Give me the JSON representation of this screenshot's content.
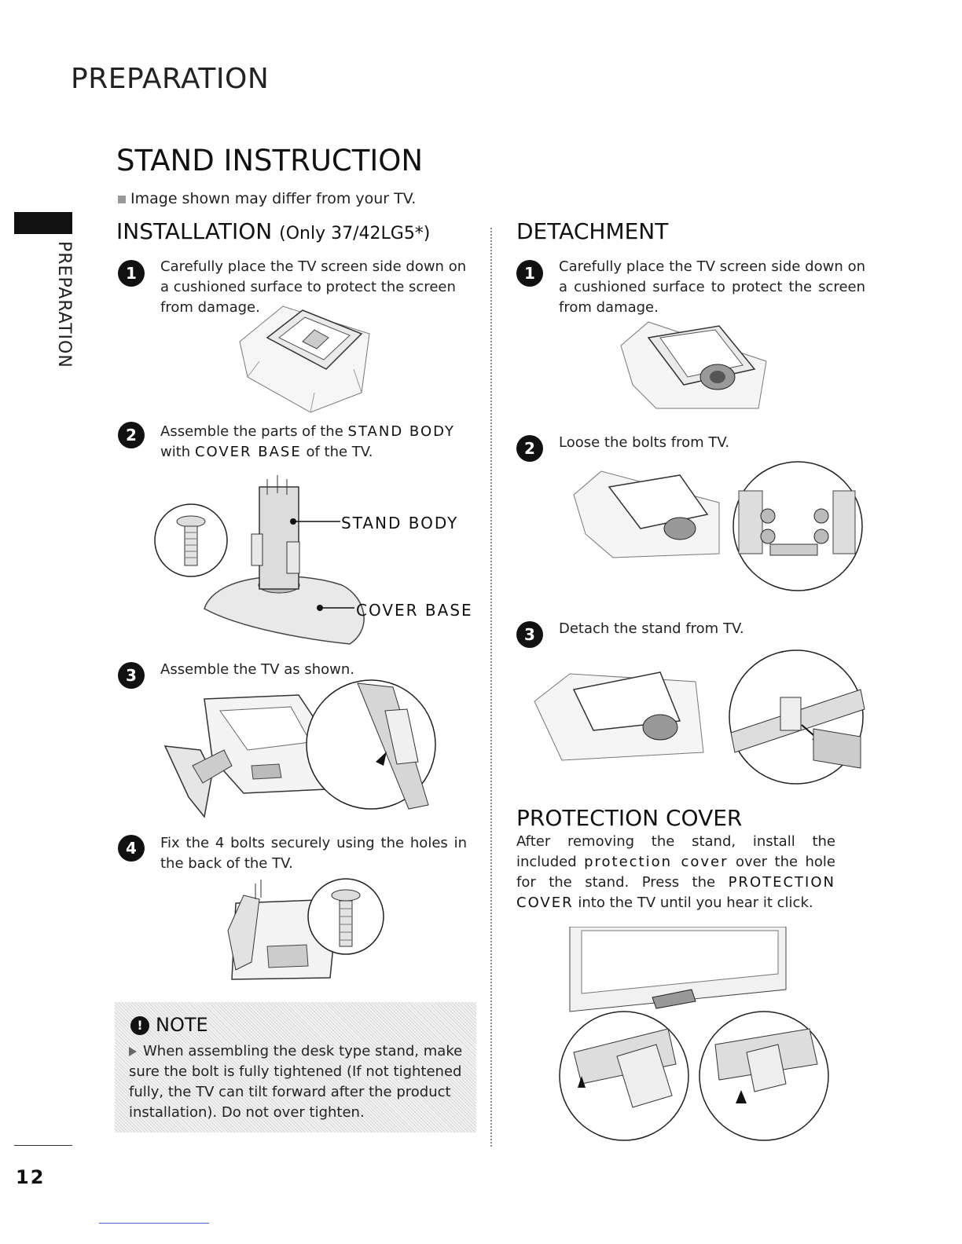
{
  "header": {
    "section": "PREPARATION",
    "side_label": "PREPARATION"
  },
  "title": "STAND INSTRUCTION",
  "subnote": "Image shown may differ from your TV.",
  "installation": {
    "title": "INSTALLATION",
    "title_suffix": "(Only 37/42LG5*)",
    "steps": [
      {
        "num": "1",
        "text": "Carefully place the TV screen side down on a cushioned surface to protect the screen from damage."
      },
      {
        "num": "2",
        "text_pre": "Assemble the parts of the",
        "em1": "STAND BODY",
        "text_mid": "with",
        "em2": "COVER BASE",
        "text_post": "of the TV."
      },
      {
        "num": "3",
        "text": "Assemble the TV as shown."
      },
      {
        "num": "4",
        "text": "Fix the 4 bolts securely using the holes in the back of the TV."
      }
    ],
    "callouts": {
      "stand_body": "STAND BODY",
      "cover_base": "COVER BASE"
    }
  },
  "detachment": {
    "title": "DETACHMENT",
    "steps": [
      {
        "num": "1",
        "text": "Carefully place the TV screen side down on a cushioned surface to protect the screen from damage."
      },
      {
        "num": "2",
        "text": "Loose the bolts from TV."
      },
      {
        "num": "3",
        "text": "Detach the stand from TV."
      }
    ]
  },
  "protection": {
    "title": "PROTECTION COVER",
    "text1": "After removing the stand, install the included",
    "em1": "protection cover",
    "text2": "over the hole for the stand.",
    "text3": "Press the",
    "em2": "PROTECTION COVER",
    "text4": "into the TV until you hear it click."
  },
  "note": {
    "icon": "!",
    "title": "NOTE",
    "text": "When assembling the desk type stand, make sure the bolt is fully tightened (If not tightened fully, the TV can tilt forward after the product installation). Do not over tighten."
  },
  "page_number": "12"
}
